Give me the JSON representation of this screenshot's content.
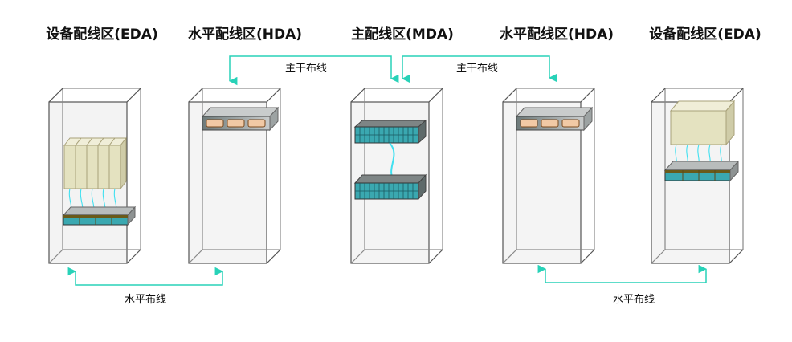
{
  "zones": [
    {
      "title": "设备配线区(EDA)"
    },
    {
      "title": "水平配线区(HDA)"
    },
    {
      "title": "主配线区(MDA)"
    },
    {
      "title": "水平配线区(HDA)"
    },
    {
      "title": "设备配线区(EDA)"
    }
  ],
  "cables": {
    "backbone_left": "主干布线",
    "backbone_right": "主干布线",
    "horizontal_left": "水平布线",
    "horizontal_right": "水平布线"
  },
  "colors": {
    "arrow": "#28d2b8",
    "patch_cable": "#40e0f0",
    "equipment_fill": "#e4e2c0",
    "switch_fill": "#3aa8b0",
    "patch_panel_fill": "#f1c9a5"
  }
}
